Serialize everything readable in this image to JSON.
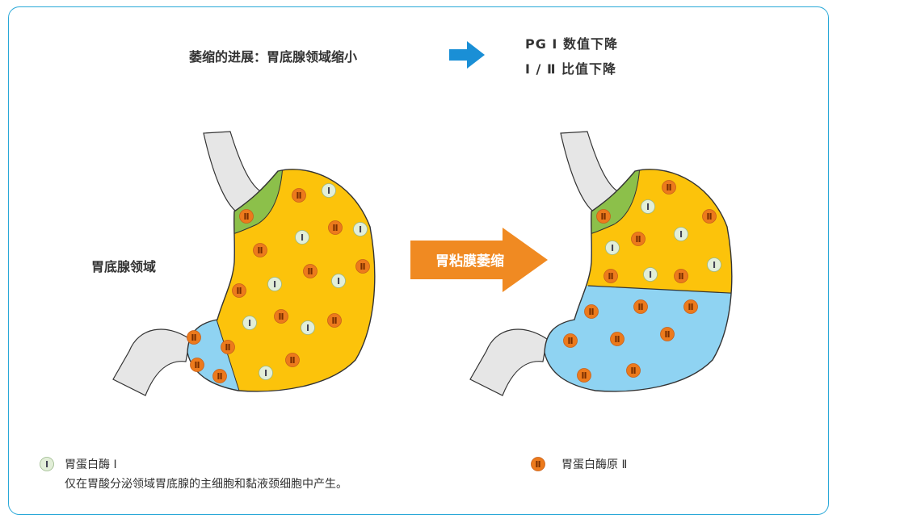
{
  "header": {
    "left_text": "萎缩的进展：胃底腺领域缩小",
    "right_line1": "PG Ⅰ 数值下降",
    "right_line2": "Ⅰ / Ⅱ 比值下降"
  },
  "labels": {
    "region": "胃底腺领域",
    "arrow": "胃粘膜萎缩",
    "pg1_glyph": "Ⅰ",
    "pg2_glyph": "Ⅱ"
  },
  "legend": {
    "pg1_title": "胃蛋白酶 Ⅰ",
    "pg1_desc": "仅在胃酸分泌领域胃底腺的主细胞和黏液颈细胞中产生。",
    "pg2_title": "胃蛋白酶原 Ⅱ"
  },
  "colors": {
    "border": "#29a8d8",
    "fundic_yellow": "#fcc30b",
    "cardia_green": "#8cc04a",
    "pyloric_blue": "#8fd3f2",
    "duct_gray": "#e6e6e6",
    "arrow_blue": "#1a8fd6",
    "arrow_orange": "#f08a22",
    "pg1_dot": "#e2eed8",
    "pg2_dot": "#ec7a1c"
  }
}
